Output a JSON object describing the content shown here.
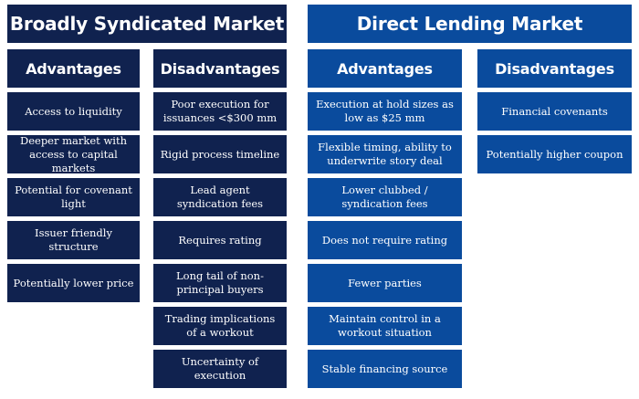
{
  "broadly_syndicated": {
    "title": "Broadly Syndicated Market",
    "advantages": {
      "title": "Advantages",
      "items": [
        "Access to liquidity",
        "Deeper market with access to capital markets",
        "Potential for covenant light",
        "Issuer friendly structure",
        "Potentially lower price"
      ]
    },
    "disadvantages": {
      "title": "Disadvantages",
      "items": [
        "Poor execution for issuances <$300 mm",
        "Rigid process timeline",
        "Lead agent syndication fees",
        "Requires rating",
        "Long tail of non-principal buyers",
        "Trading implications of a workout",
        "Uncertainty of execution"
      ]
    }
  },
  "direct_lending": {
    "title": "Direct Lending Market",
    "advantages": {
      "title": "Advantages",
      "items": [
        "Execution at hold sizes as low as $25 mm",
        "Flexible timing, ability to underwrite story deal",
        "Lower clubbed / syndication fees",
        "Does not require rating",
        "Fewer parties",
        "Maintain control in a workout situation",
        "Stable financing source"
      ]
    },
    "disadvantages": {
      "title": "Disadvantages",
      "items": [
        "Financial covenants",
        "Potentially higher coupon"
      ]
    }
  },
  "colors": {
    "broadly_syndicated": "#10224f",
    "direct_lending": "#0a4b9d",
    "background": "#ffffff"
  }
}
